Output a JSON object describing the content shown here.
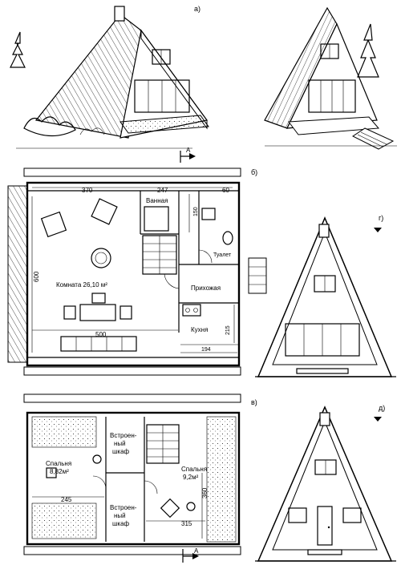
{
  "views": {
    "a": "а)",
    "b": "б)",
    "v": "в)",
    "g": "г)",
    "d": "д)"
  },
  "section_mark": "A",
  "ground_floor": {
    "dims": [
      "370",
      "247",
      "60",
      "150",
      "600",
      "500",
      "215",
      "194"
    ],
    "rooms": {
      "bath": "Ванная",
      "toilet": "Туалет",
      "hall": "Прихожая",
      "kitchen": "Кухня",
      "room": "Комната 26,10 м²"
    }
  },
  "upper_floor": {
    "dims": [
      "245",
      "315",
      "360"
    ],
    "rooms": {
      "bedroom_left": "Спальня",
      "bedroom_left_area": "8,82м²",
      "bedroom_right": "Спальня",
      "bedroom_right_area": "9,2м²",
      "wardrobe_top_1": "Встроен-",
      "wardrobe_top_2": "ный",
      "wardrobe_top_3": "шкаф",
      "wardrobe_bot_1": "Встроен-",
      "wardrobe_bot_2": "ный",
      "wardrobe_bot_3": "шкаф"
    }
  }
}
